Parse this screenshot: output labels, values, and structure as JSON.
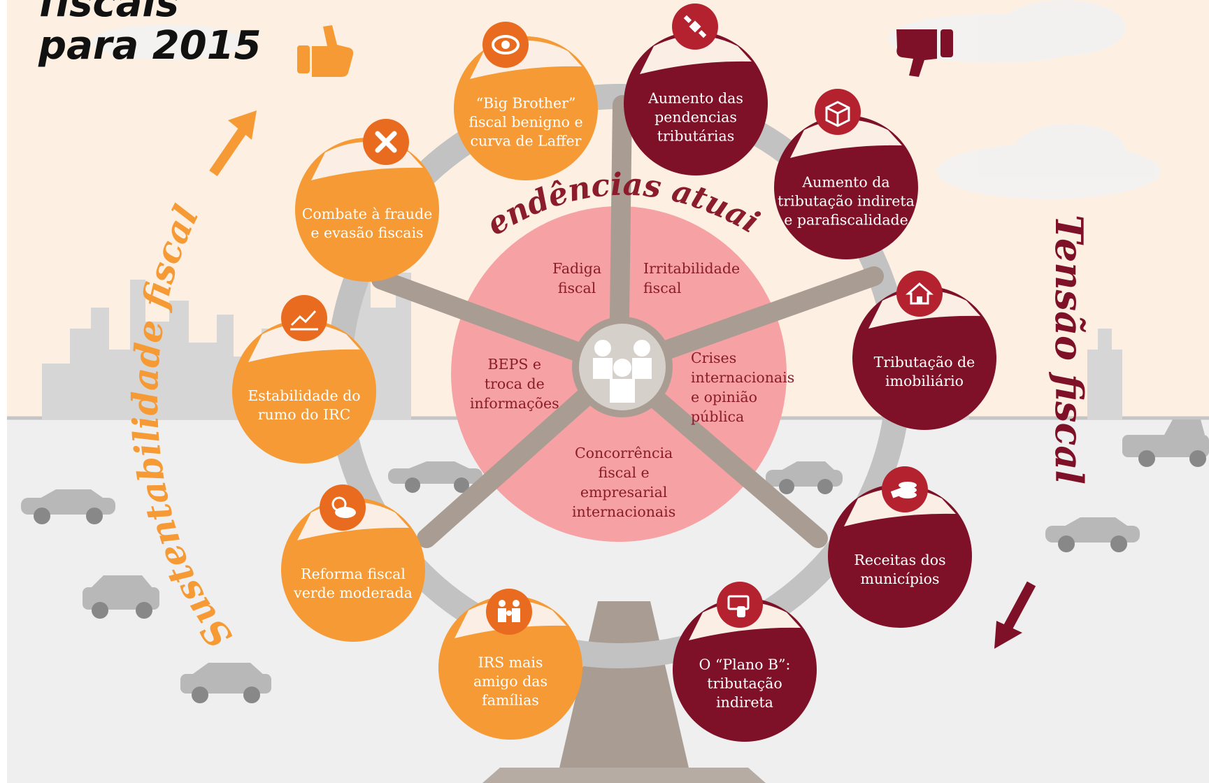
{
  "title": {
    "line1": "fiscais",
    "line2": "para 2015"
  },
  "colors": {
    "sky": "#fdf0e2",
    "road": "#efefef",
    "orange": "#f59a35",
    "orange_dark": "#e96b1f",
    "maroon": "#7e1027",
    "maroon_dark": "#b4222f",
    "ring": "#c2c2c2",
    "spokes": "#a89c93",
    "hub_fill": "#f6a1a3",
    "center_text": "#8a1c2b"
  },
  "left_arc_label": "Sustentabilidade fiscal",
  "right_arc_label": "Tensão fiscal",
  "arc_title": "Tendências atuais",
  "gondolas": [
    {
      "text": "“Big Brother”\nfiscal benigno e\ncurva de Laffer",
      "icon": "eye-icon",
      "side": "positive"
    },
    {
      "text": "Combate à fraude\ne evasão fiscais",
      "icon": "cross-icon",
      "side": "positive"
    },
    {
      "text": "Estabilidade do\nrumo do IRC",
      "icon": "chart-up-icon",
      "side": "positive"
    },
    {
      "text": "Reforma fiscal\nverde moderada",
      "icon": "weather-icon",
      "side": "positive"
    },
    {
      "text": "IRS mais\namigo das\nfamílias",
      "icon": "family-icon",
      "side": "positive"
    },
    {
      "text": "Aumento das\npendencias\ntributárias",
      "icon": "satellite-icon",
      "side": "negative"
    },
    {
      "text": "Aumento da\ntributação indireta\ne parafiscalidade",
      "icon": "box-icon",
      "side": "negative"
    },
    {
      "text": "Tributação de\nimobiliário",
      "icon": "house-icon",
      "side": "negative"
    },
    {
      "text": "Receitas dos\nmunicípios",
      "icon": "coins-icon",
      "side": "negative"
    },
    {
      "text": "O “Plano B”:\ntributação\nindireta",
      "icon": "card-icon",
      "side": "negative"
    }
  ],
  "center_labels": [
    {
      "text": "Fadiga\nfiscal"
    },
    {
      "text": "Irritabilidade\nfiscal"
    },
    {
      "text": "BEPS e\ntroca de\ninformações"
    },
    {
      "text": "Crises\ninternacionais\ne opinião\npública"
    },
    {
      "text": "Concorrência\nfiscal e\nempresarial\ninternacionais"
    }
  ],
  "icons": {
    "thumbs_up": "thumbs-up-icon",
    "thumbs_down": "thumbs-down-icon",
    "hub": "people-icon"
  }
}
